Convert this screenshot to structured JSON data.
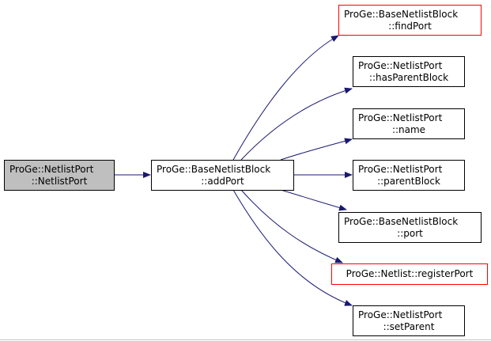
{
  "colors": {
    "edge": "#191970",
    "current_fill": "#bfbfbf",
    "red_border": "#ff0000"
  },
  "nodes": {
    "netlistport_ctor": {
      "line1": "ProGe::NetlistPort",
      "line2": "::NetlistPort"
    },
    "addport": {
      "line1": "ProGe::BaseNetlistBlock",
      "line2": "::addPort"
    },
    "findport": {
      "line1": "ProGe::BaseNetlistBlock",
      "line2": "::findPort"
    },
    "hasparentblock": {
      "line1": "ProGe::NetlistPort",
      "line2": "::hasParentBlock"
    },
    "name": {
      "line1": "ProGe::NetlistPort",
      "line2": "::name"
    },
    "parentblock": {
      "line1": "ProGe::NetlistPort",
      "line2": "::parentBlock"
    },
    "port": {
      "line1": "ProGe::BaseNetlistBlock",
      "line2": "::port"
    },
    "registerport": {
      "label": "ProGe::Netlist::registerPort"
    },
    "setparent": {
      "line1": "ProGe::NetlistPort",
      "line2": "::setParent"
    }
  }
}
